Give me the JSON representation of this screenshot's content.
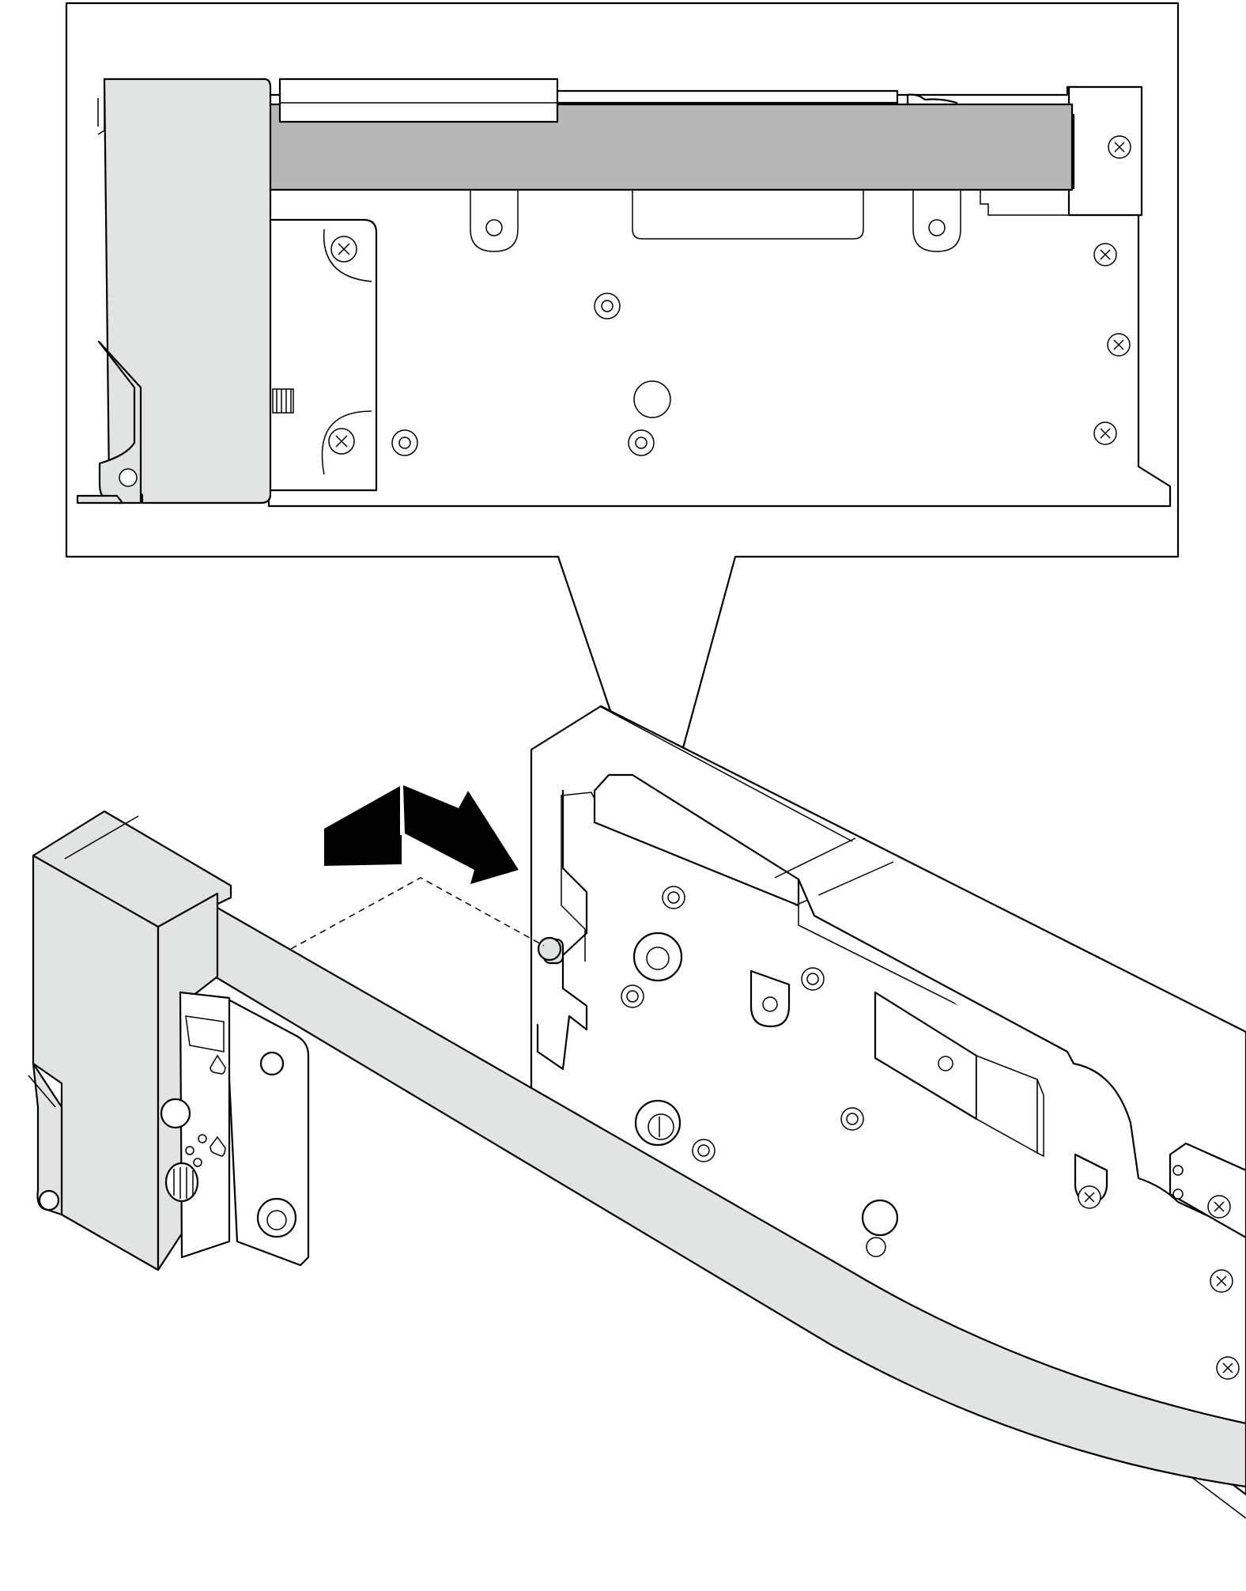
{
  "figure": {
    "kind": "installation-illustration",
    "colors": {
      "line": "#000000",
      "background": "#ffffff",
      "part_fill": "#e2e3e3",
      "cable_fill_detail": "#b7b7b7",
      "arrow": "#000000"
    },
    "parts": [
      {
        "key": "detail-callout",
        "label": ""
      },
      {
        "key": "riser-cage-bracket",
        "label": ""
      },
      {
        "key": "chassis-side-wall",
        "label": ""
      },
      {
        "key": "flat-cable",
        "label": ""
      },
      {
        "key": "guide-pin",
        "label": ""
      },
      {
        "key": "install-arrow",
        "label": ""
      }
    ],
    "motion": {
      "from": "left",
      "to": "right",
      "path": "dashed"
    }
  }
}
